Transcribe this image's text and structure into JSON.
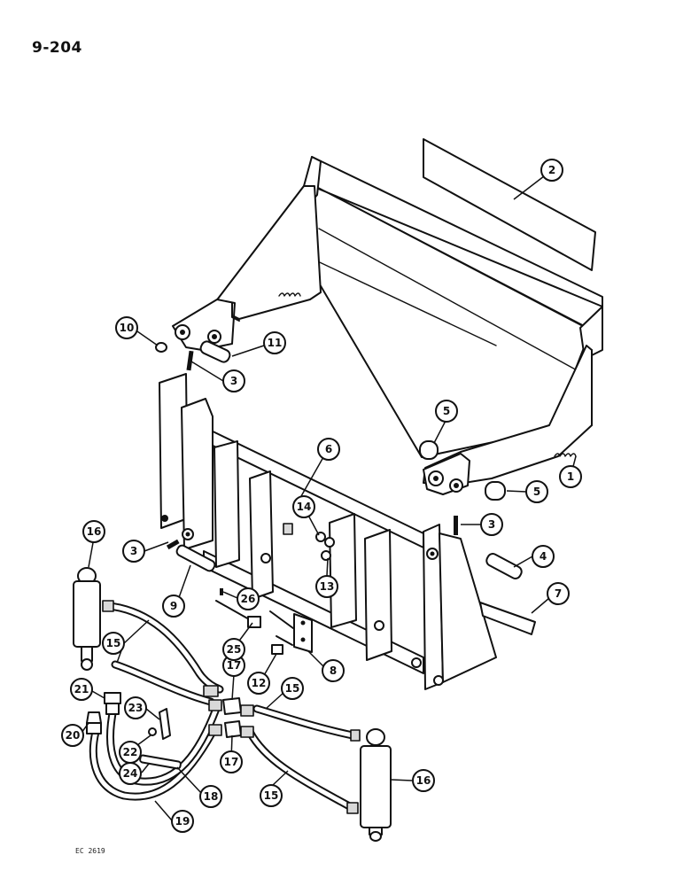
{
  "page_number": "9-204",
  "drawing_code": "EC 2619",
  "callouts": [
    {
      "id": "c1",
      "label": "1"
    },
    {
      "id": "c2",
      "label": "2"
    },
    {
      "id": "c3a",
      "label": "3"
    },
    {
      "id": "c3b",
      "label": "3"
    },
    {
      "id": "c3c",
      "label": "3"
    },
    {
      "id": "c4",
      "label": "4"
    },
    {
      "id": "c5a",
      "label": "5"
    },
    {
      "id": "c5b",
      "label": "5"
    },
    {
      "id": "c6",
      "label": "6"
    },
    {
      "id": "c7",
      "label": "7"
    },
    {
      "id": "c8",
      "label": "8"
    },
    {
      "id": "c9",
      "label": "9"
    },
    {
      "id": "c10",
      "label": "10"
    },
    {
      "id": "c11",
      "label": "11"
    },
    {
      "id": "c12",
      "label": "12"
    },
    {
      "id": "c13",
      "label": "13"
    },
    {
      "id": "c14",
      "label": "14"
    },
    {
      "id": "c15a",
      "label": "15"
    },
    {
      "id": "c15b",
      "label": "15"
    },
    {
      "id": "c15c",
      "label": "15"
    },
    {
      "id": "c16a",
      "label": "16"
    },
    {
      "id": "c16b",
      "label": "16"
    },
    {
      "id": "c17a",
      "label": "17"
    },
    {
      "id": "c17b",
      "label": "17"
    },
    {
      "id": "c18",
      "label": "18"
    },
    {
      "id": "c19",
      "label": "19"
    },
    {
      "id": "c20",
      "label": "20"
    },
    {
      "id": "c21",
      "label": "21"
    },
    {
      "id": "c22",
      "label": "22"
    },
    {
      "id": "c23",
      "label": "23"
    },
    {
      "id": "c24",
      "label": "24"
    },
    {
      "id": "c25",
      "label": "25"
    },
    {
      "id": "c26",
      "label": "26"
    }
  ]
}
